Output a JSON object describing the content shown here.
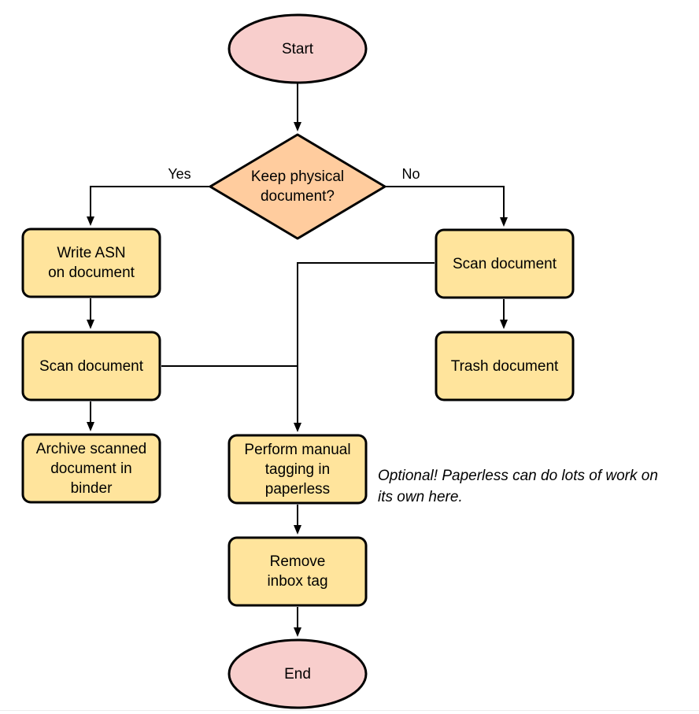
{
  "diagram": {
    "nodes": {
      "start": {
        "label": "Start",
        "type": "terminator"
      },
      "decision": {
        "label": "Keep physical\ndocument?",
        "type": "decision"
      },
      "write_asn": {
        "label": "Write ASN\non document",
        "type": "process"
      },
      "scan_left": {
        "label": "Scan document",
        "type": "process"
      },
      "archive": {
        "label": "Archive scanned\ndocument in\nbinder",
        "type": "process"
      },
      "scan_right": {
        "label": "Scan document",
        "type": "process"
      },
      "trash": {
        "label": "Trash document",
        "type": "process"
      },
      "perform_tagging": {
        "label": "Perform manual\ntagging in\npaperless",
        "type": "process"
      },
      "remove_inbox": {
        "label": "Remove\ninbox tag",
        "type": "process"
      },
      "end": {
        "label": "End",
        "type": "terminator"
      }
    },
    "edge_labels": {
      "yes": "Yes",
      "no": "No"
    },
    "annotation": "Optional! Paperless can do lots of work on\nits own here.",
    "colors": {
      "terminator_fill": "#f8cecc",
      "decision_fill": "#ffcc9e",
      "process_fill": "#ffe49c",
      "stroke": "#000000",
      "text": "#000000"
    }
  }
}
